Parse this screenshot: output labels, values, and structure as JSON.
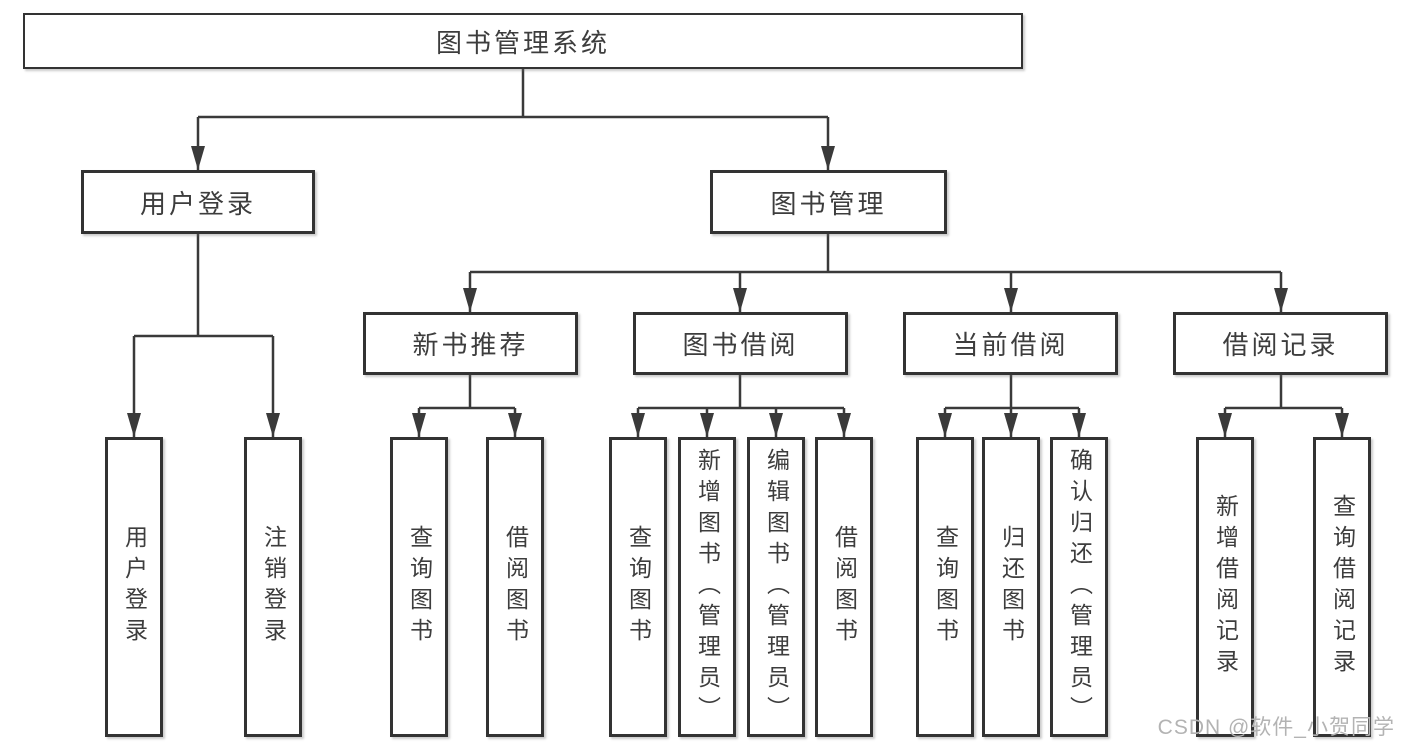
{
  "colors": {
    "line": "#3a3a3a",
    "border": "#333333",
    "text": "#3d3d3d",
    "background": "#ffffff",
    "watermark": "#b3b3b3"
  },
  "nodes": {
    "root": "图书管理系统",
    "user_login": "用户登录",
    "book_management": "图书管理",
    "new_book_recommendation": "新书推荐",
    "book_borrowing": "图书借阅",
    "current_borrowing": "当前借阅",
    "borrowing_records": "借阅记录"
  },
  "leaves": {
    "user_login": [
      "用户登录",
      "注销登录"
    ],
    "new_book_recommendation": [
      "查询图书",
      "借阅图书"
    ],
    "book_borrowing": [
      "查询图书",
      "新增图书（管理员）",
      "编辑图书（管理员）",
      "借阅图书"
    ],
    "current_borrowing": [
      "查询图书",
      "归还图书",
      "确认归还（管理员）"
    ],
    "borrowing_records": [
      "新增借阅记录",
      "查询借阅记录"
    ]
  },
  "watermark": "CSDN @软件_小贺同学"
}
